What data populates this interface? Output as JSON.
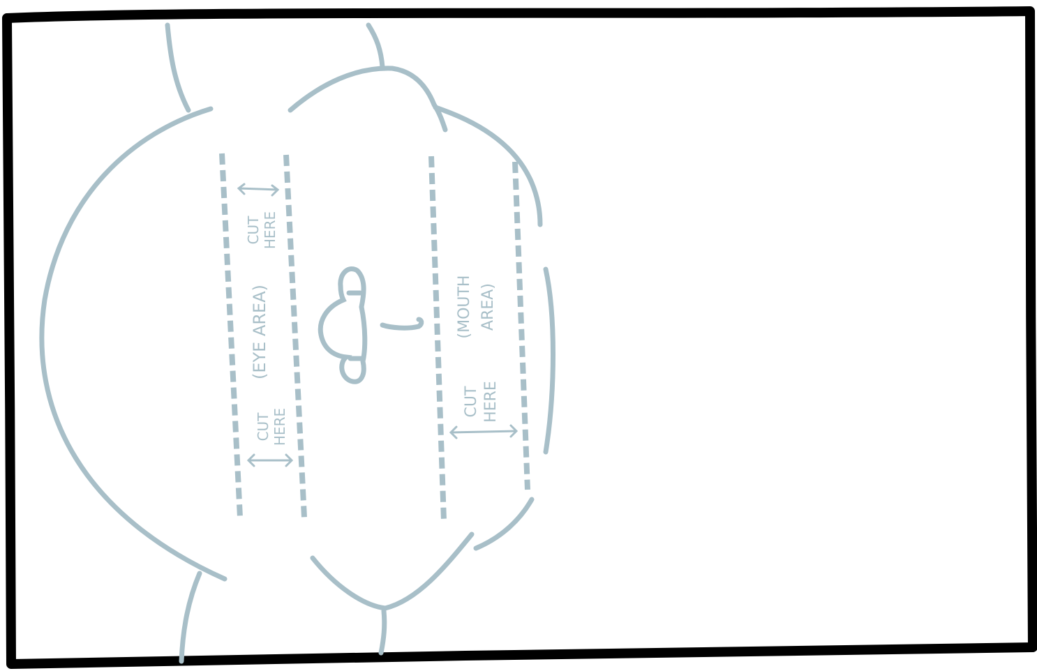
{
  "colors": {
    "ink_blue": "#a8bfc8",
    "frame_black": "#000000",
    "background": "#ffffff"
  },
  "labels": {
    "cut_here_top": {
      "line1": "CUT",
      "line2": "HERE"
    },
    "eye_area": "(EYE AREA)",
    "cut_here_eye_bottom": {
      "line1": "CUT",
      "line2": "HERE"
    },
    "mouth_area": {
      "line1": "(MOUTH",
      "line2": "AREA)"
    },
    "cut_here_mouth": {
      "line1": "CUT",
      "line2": "HERE"
    }
  }
}
